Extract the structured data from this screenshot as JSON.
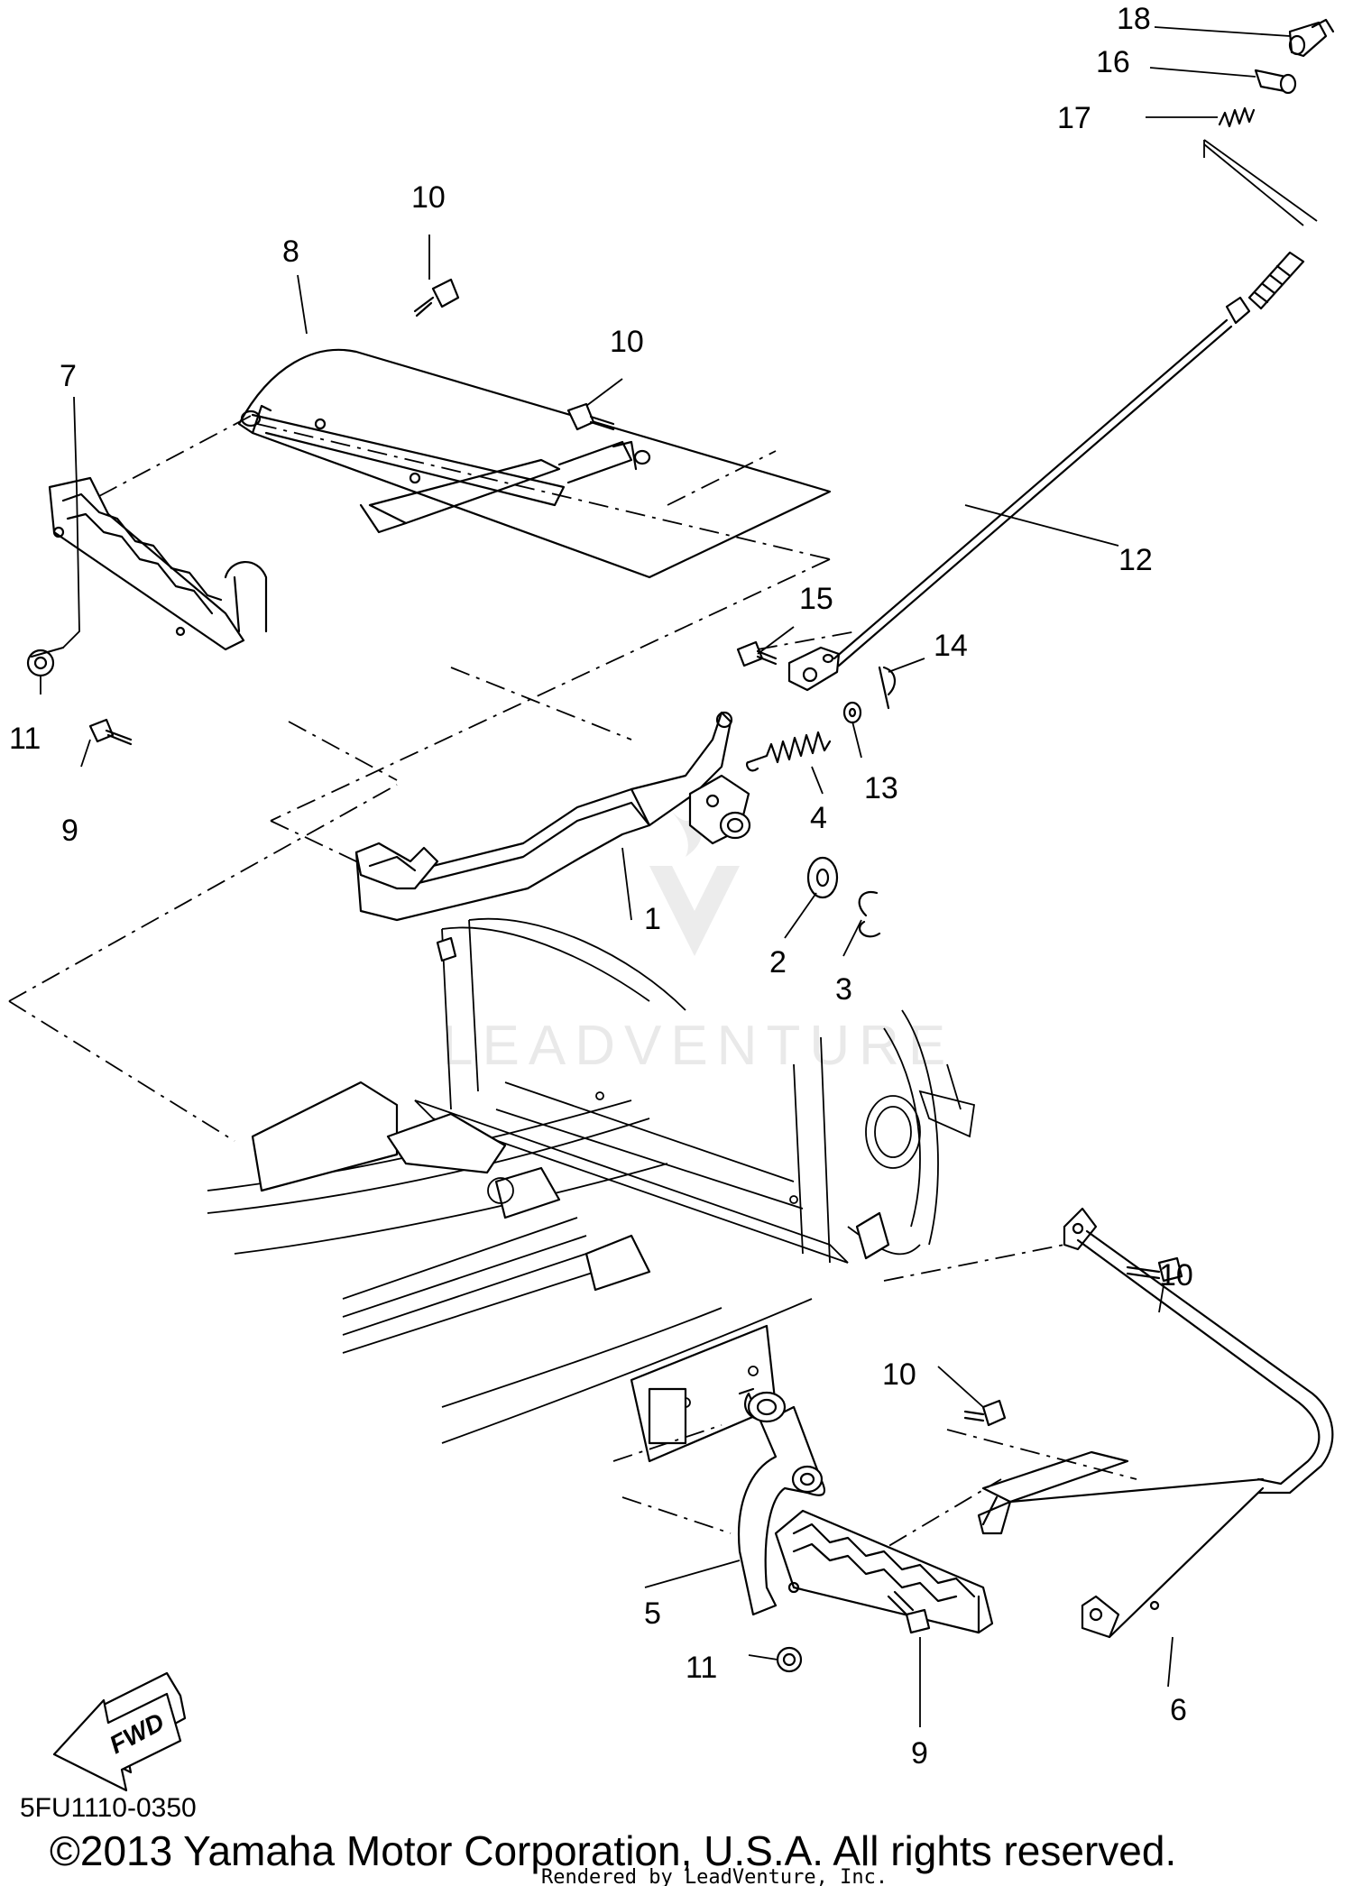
{
  "callouts": {
    "c1": "1",
    "c2": "2",
    "c3": "3",
    "c4": "4",
    "c5": "5",
    "c6": "6",
    "c7": "7",
    "c8": "8",
    "c9a": "9",
    "c9b": "9",
    "c10a": "10",
    "c10b": "10",
    "c10c": "10",
    "c10d": "10",
    "c11a": "11",
    "c11b": "11",
    "c12": "12",
    "c13": "13",
    "c14": "14",
    "c15": "15",
    "c16": "16",
    "c17": "17",
    "c18": "18"
  },
  "fwd_label": "FWD",
  "diagram_code": "5FU1110-0350",
  "copyright": "©2013 Yamaha Motor Corporation, U.S.A. All rights reserved.",
  "rendered_by": "Rendered by LeadVenture, Inc.",
  "watermark": "LEADVENTURE"
}
